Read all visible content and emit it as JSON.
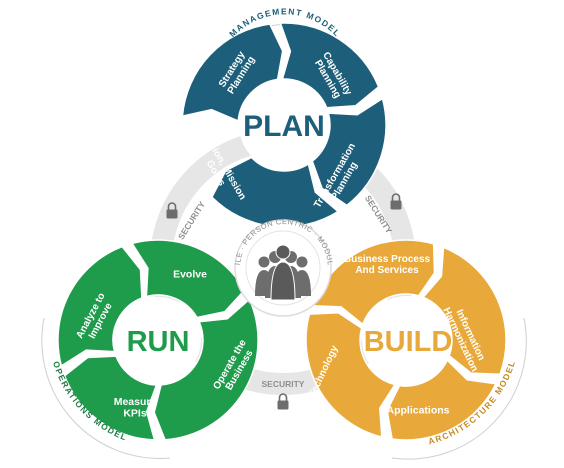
{
  "colors": {
    "plan": "#1d5f7a",
    "run": "#1e9b4b",
    "build": "#e8a93a",
    "ring_gray": "#d7d7d7",
    "security_gray": "#9a9a9a",
    "people_gray": "#6d6d6d",
    "background": "#ffffff"
  },
  "models": {
    "management": "MANAGEMENT MODEL",
    "operations": "OPERATIONS MODEL",
    "architecture": "ARCHITECTURE MODEL"
  },
  "lobes": {
    "plan": {
      "title": "PLAN",
      "segments": [
        [
          "Strategy",
          "Planning"
        ],
        [
          "Capability",
          "Planning"
        ],
        [
          "Transformation",
          "Planning"
        ],
        [
          "Vision, Mission",
          "Goals"
        ]
      ]
    },
    "run": {
      "title": "RUN",
      "segments": [
        [
          "Evolve"
        ],
        [
          "Analyze to",
          "Improve"
        ],
        [
          "Measure",
          "KPIs"
        ],
        [
          "Operate the",
          "Business"
        ]
      ]
    },
    "build": {
      "title": "BUILD",
      "segments": [
        [
          "Business Process",
          "And Services"
        ],
        [
          "Information",
          "Harmonization"
        ],
        [
          "Applications"
        ],
        [
          "Technology"
        ]
      ]
    }
  },
  "security_label": "SECURITY",
  "center_ring_text": "AGILE · PERSON CENTRIC · MODULAR",
  "icons": [
    "people-group-icon",
    "padlock-icon"
  ]
}
